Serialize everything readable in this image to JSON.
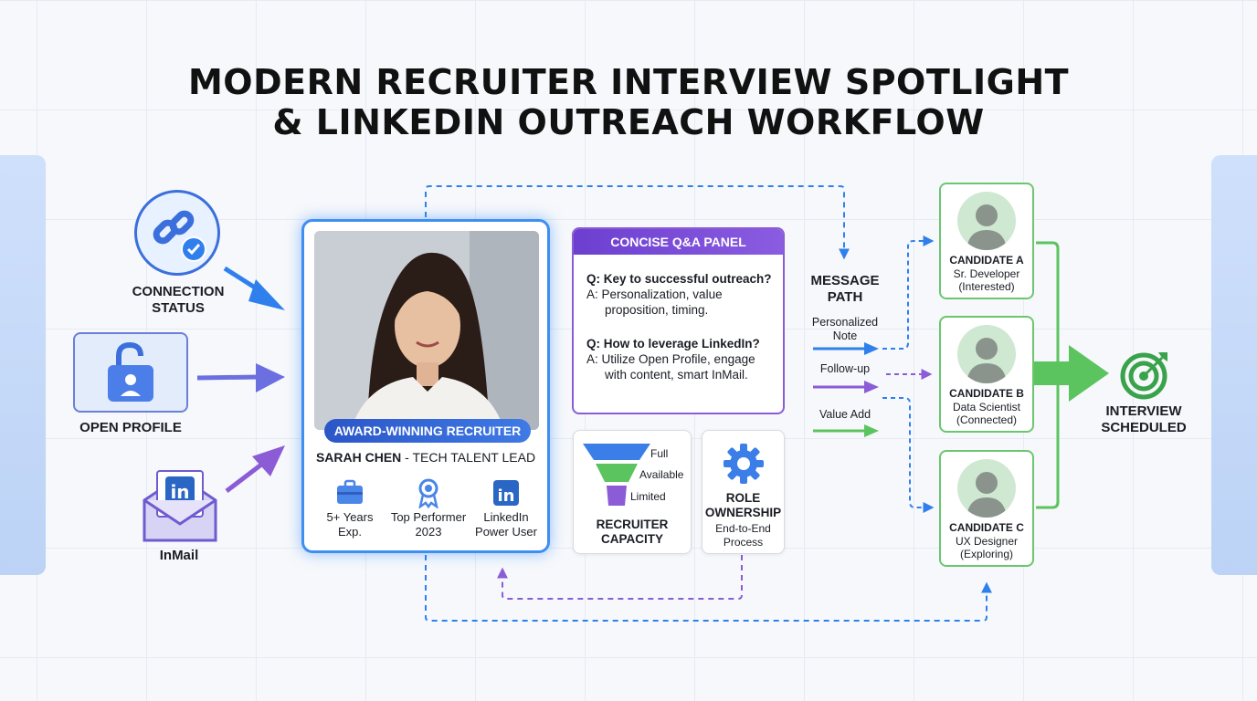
{
  "title": {
    "line1": "MODERN RECRUITER INTERVIEW SPOTLIGHT",
    "line2": "& LINKEDIN OUTREACH WORKFLOW"
  },
  "channels": {
    "connection": "CONNECTION\nSTATUS",
    "open_profile": "OPEN PROFILE",
    "inmail": "InMail"
  },
  "recruiter": {
    "badge": "AWARD-WINNING RECRUITER",
    "name": "SARAH CHEN",
    "role": " - TECH TALENT LEAD",
    "stats": [
      {
        "line1": "5+ Years",
        "line2": "Exp."
      },
      {
        "line1": "Top Performer",
        "line2": "2023"
      },
      {
        "line1": "LinkedIn",
        "line2": "Power User"
      }
    ]
  },
  "qa_panel": {
    "title": "CONCISE Q&A PANEL",
    "items": [
      {
        "q": "Q: Key to successful outreach?",
        "a": "A: Personalization, value proposition, timing."
      },
      {
        "q": "Q: How to leverage LinkedIn?",
        "a": "A: Utilize Open Profile, engage with content, smart InMail."
      }
    ]
  },
  "capacity": {
    "levels": [
      "Full",
      "Available",
      "Limited"
    ],
    "title_line1": "RECRUITER",
    "title_line2": "CAPACITY"
  },
  "role_ownership": {
    "title_line1": "ROLE",
    "title_line2": "OWNERSHIP",
    "sub_line1": "End-to-End",
    "sub_line2": "Process"
  },
  "message_path": {
    "title_line1": "MESSAGE",
    "title_line2": "PATH",
    "steps": [
      {
        "line1": "Personalized",
        "line2": "Note"
      },
      {
        "line1": "Follow-up",
        "line2": ""
      },
      {
        "line1": "Value Add",
        "line2": ""
      }
    ]
  },
  "candidates": [
    {
      "name": "CANDIDATE A",
      "role": "Sr. Developer",
      "status": "(Interested)"
    },
    {
      "name": "CANDIDATE B",
      "role": "Data Scientist",
      "status": "(Connected)"
    },
    {
      "name": "CANDIDATE C",
      "role": "UX Designer",
      "status": "(Exploring)"
    }
  ],
  "outcome": {
    "line1": "INTERVIEW",
    "line2": "SCHEDULED"
  },
  "colors": {
    "blue": "#2f80ed",
    "purple": "#8b5cd6",
    "green": "#5cc45f",
    "navy": "#2b56c8"
  }
}
